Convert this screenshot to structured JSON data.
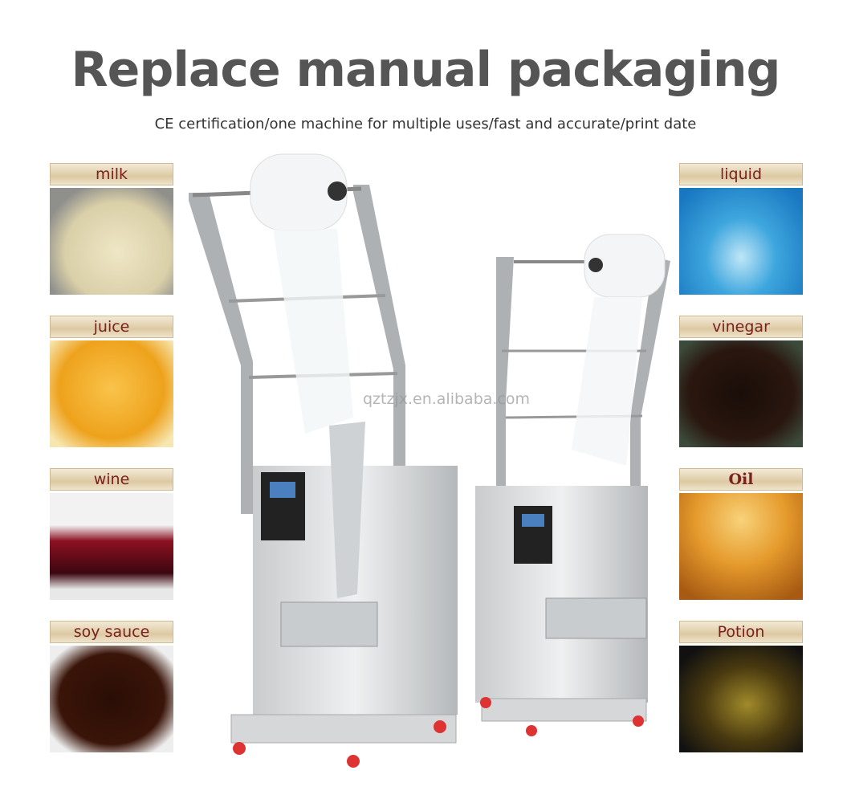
{
  "title": "Replace manual packaging",
  "subtitle": "CE certification/one machine for multiple uses/fast and accurate/print date",
  "watermark": "qztzjx.en.alibaba.com",
  "left_cards": [
    {
      "label": "milk"
    },
    {
      "label": "juice"
    },
    {
      "label": "wine"
    },
    {
      "label": "soy sauce"
    }
  ],
  "right_cards": [
    {
      "label": "liquid"
    },
    {
      "label": "vinegar"
    },
    {
      "label": "Oil"
    },
    {
      "label": "Potion"
    }
  ]
}
